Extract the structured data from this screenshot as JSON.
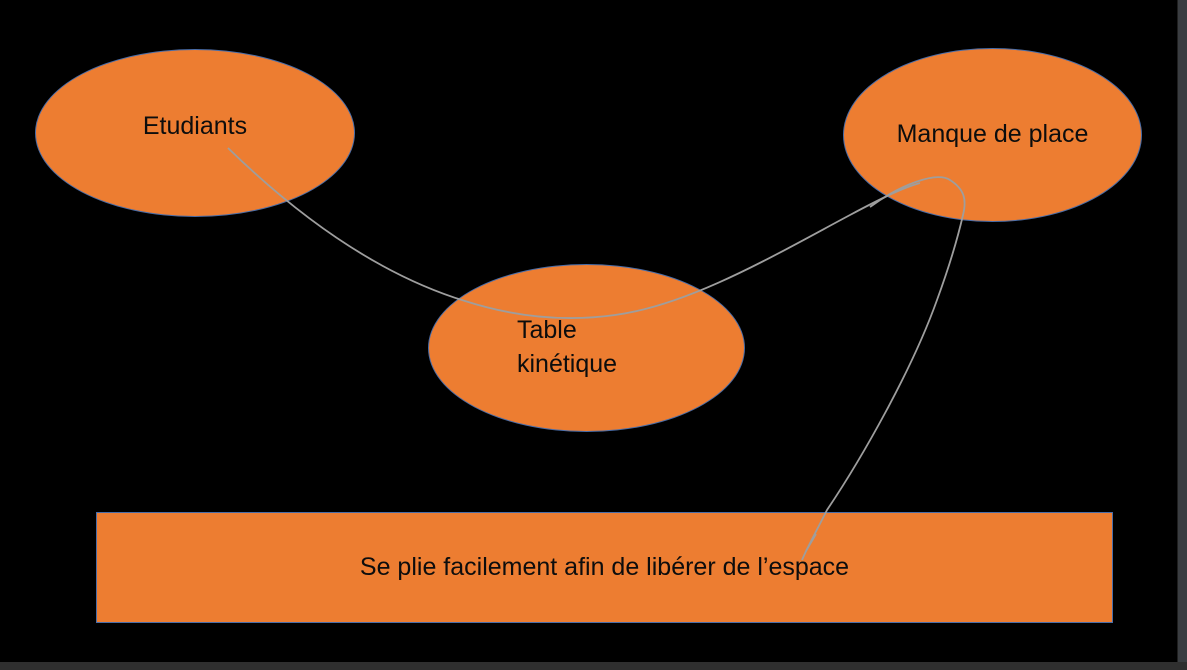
{
  "slide": {
    "background_color": "#000000",
    "chrome_strip_color": "#3a3d41"
  },
  "diagram": {
    "type": "concept-map",
    "shape_fill_color": "#ED7D31",
    "shape_border_color": "#4a6da8",
    "connector_color": "#9e9e9e",
    "text_color": "#0d0d0d",
    "nodes": {
      "etudiants": {
        "label": "Etudiants",
        "shape": "ellipse"
      },
      "manque": {
        "label": "Manque de place",
        "shape": "ellipse"
      },
      "table": {
        "line1": "Table",
        "line2": "kinétique",
        "shape": "ellipse"
      }
    },
    "banner": {
      "label": "Se plie facilement afin de libérer de l’espace",
      "shape": "rectangle"
    },
    "connectors": [
      {
        "from": "Etudiants",
        "to": "Manque de place",
        "via": "Table kinétique",
        "style": "curved"
      },
      {
        "from": "Manque de place",
        "to": "banner",
        "style": "curved-loop"
      }
    ]
  }
}
